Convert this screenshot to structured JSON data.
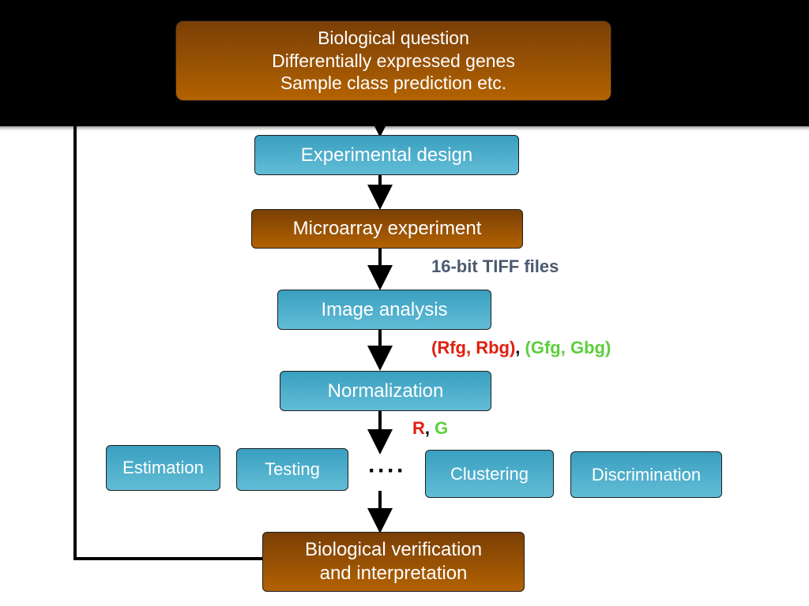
{
  "nodes": {
    "question": "Biological question\nDifferentially expressed genes\nSample class prediction etc.",
    "design": "Experimental design",
    "microarray": "Microarray experiment",
    "image": "Image analysis",
    "normalization": "Normalization",
    "estimation": "Estimation",
    "testing": "Testing",
    "clustering": "Clustering",
    "discrimination": "Discrimination",
    "verification": "Biological verification\nand interpretation"
  },
  "annotations": {
    "tiff": "16-bit TIFF files",
    "red_pair": "(Rfg, Rbg)",
    "sep1": ", ",
    "green_pair": "(Gfg, Gbg)",
    "r": "R",
    "sep2": ", ",
    "g": "G"
  },
  "ellipsis": "····"
}
